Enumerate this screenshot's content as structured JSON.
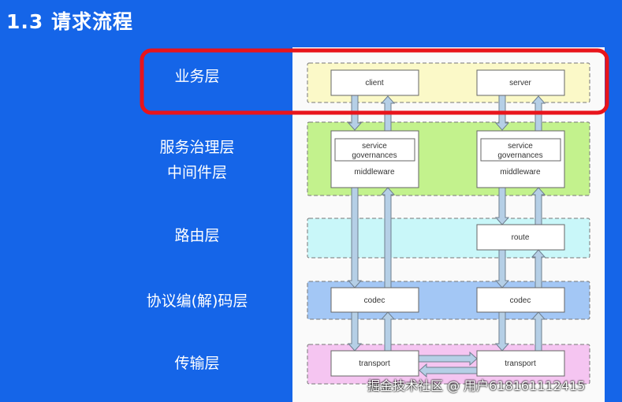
{
  "slide": {
    "title": "1.3 请求流程"
  },
  "layers": [
    {
      "label": "业务层",
      "color": "#fbf9c8"
    },
    {
      "label": "服务治理层",
      "color": "#c3f28d"
    },
    {
      "label": "中间件层",
      "color": "#c3f28d"
    },
    {
      "label": "路由层",
      "color": "#c9f7f9"
    },
    {
      "label": "协议编(解)码层",
      "color": "#a3c7f5"
    },
    {
      "label": "传输层",
      "color": "#f5c5f1"
    }
  ],
  "boxes": {
    "client": "client",
    "server": "server",
    "service_line1": "service",
    "service_line2": "governances",
    "middleware": "middleware",
    "route": "route",
    "codec": "codec",
    "transport": "transport"
  },
  "colors": {
    "background": "#1565e8",
    "highlight": "#e8141b",
    "arrow_fill": "#b5cfe6",
    "arrow_stroke": "#6f7f8f"
  },
  "watermark": "掘金技术社区 @ 用户618161112415"
}
